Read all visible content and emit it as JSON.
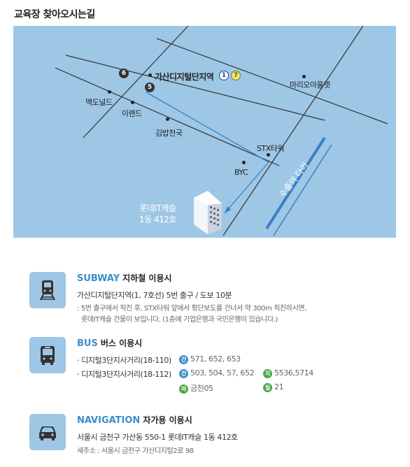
{
  "page": {
    "title": "교육장 찾아오시는길"
  },
  "map": {
    "station": "가산디지털단지역",
    "line_badges": [
      "1",
      "7"
    ],
    "line_colors": [
      "#1c3f9c",
      "#7a7a14"
    ],
    "exit_badges": [
      "6",
      "5"
    ],
    "landmarks": {
      "mario_outlet": "마리오아울렛",
      "mcdonalds": "맥도널드",
      "eland": "이랜드",
      "gimbap": "김밥천국",
      "stx": "STX타워",
      "byc": "BYC"
    },
    "river": "수출의 다리",
    "destination_line1": "롯데IT캐슬",
    "destination_line2": "1동 412호",
    "colors": {
      "map_bg": "#9ec7e6",
      "road": "#333333",
      "route": "#3d7fc7"
    }
  },
  "subway": {
    "title_en": "SUBWAY",
    "title_ko": "지하철 이용시",
    "line1": "가산디지털단지역(1, 7호선) 5번 출구 / 도보 10분",
    "note1": ": 5번 출구에서 직진 후, STX타워 앞에서 횡단보도를 건너서 약 300m 직진하시면,",
    "note2": "롯데IT캐슬 건물이 보입니다. (1층에 기업은행과 국민은행이 있습니다.)",
    "icon": "subway-train-icon"
  },
  "bus": {
    "title_en": "BUS",
    "title_ko": "버스 이용시",
    "icon": "bus-icon",
    "row1": {
      "stop": "· 디지털3단지사거리(18-110)",
      "badge": "간",
      "badge_color": "#3b8fc6",
      "numbers": "571, 652, 653"
    },
    "row2": {
      "stop": "· 디지털3단지사거리(18-112)",
      "badge": "간",
      "badge_color": "#3b8fc6",
      "numbers": "503, 504, 57, 652",
      "badge2": "지",
      "badge2_color": "#4aa64a",
      "numbers2": "5536,5714"
    },
    "row3": {
      "badge": "마",
      "badge_color": "#4aa64a",
      "numbers": "금천05",
      "badge2": "일",
      "badge2_color": "#4aa64a",
      "numbers2": "21"
    }
  },
  "navigation": {
    "title_en": "NAVIGATION",
    "title_ko": "자가용 이용시",
    "icon": "car-icon",
    "address": "서울시 금천구 가산동 550-1 롯데IT캐슬 1동 412호",
    "new_address": "새주소 : 서울시 금천구 가산디지털2로 98"
  }
}
